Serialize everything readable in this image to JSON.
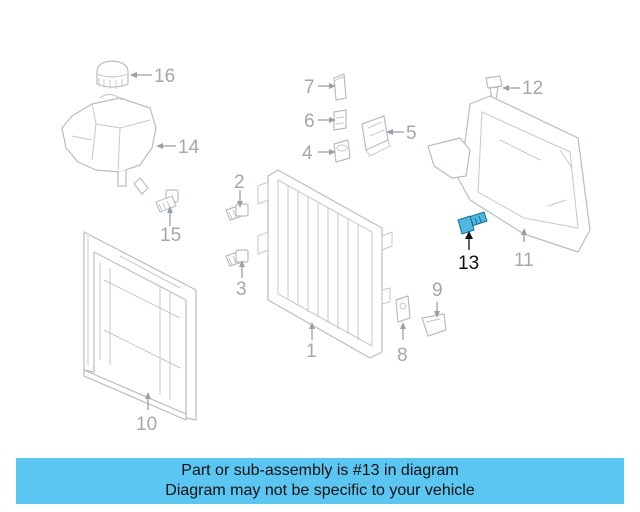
{
  "diagram": {
    "callouts": [
      {
        "id": "1",
        "label": "1"
      },
      {
        "id": "2",
        "label": "2"
      },
      {
        "id": "3",
        "label": "3"
      },
      {
        "id": "4",
        "label": "4"
      },
      {
        "id": "5",
        "label": "5"
      },
      {
        "id": "6",
        "label": "6"
      },
      {
        "id": "7",
        "label": "7"
      },
      {
        "id": "8",
        "label": "8"
      },
      {
        "id": "9",
        "label": "9"
      },
      {
        "id": "10",
        "label": "10"
      },
      {
        "id": "11",
        "label": "11"
      },
      {
        "id": "12",
        "label": "12"
      },
      {
        "id": "13",
        "label": "13"
      },
      {
        "id": "14",
        "label": "14"
      },
      {
        "id": "15",
        "label": "15"
      },
      {
        "id": "16",
        "label": "16"
      }
    ],
    "highlighted_part": "13",
    "colors": {
      "highlight_part": "#4fb8de",
      "faded_lines": "#b8bcc4",
      "banner": "#5cc6f2"
    }
  },
  "banner": {
    "line1": "Part or sub-assembly is #13 in diagram",
    "line2": "Diagram may not be specific to your vehicle"
  }
}
